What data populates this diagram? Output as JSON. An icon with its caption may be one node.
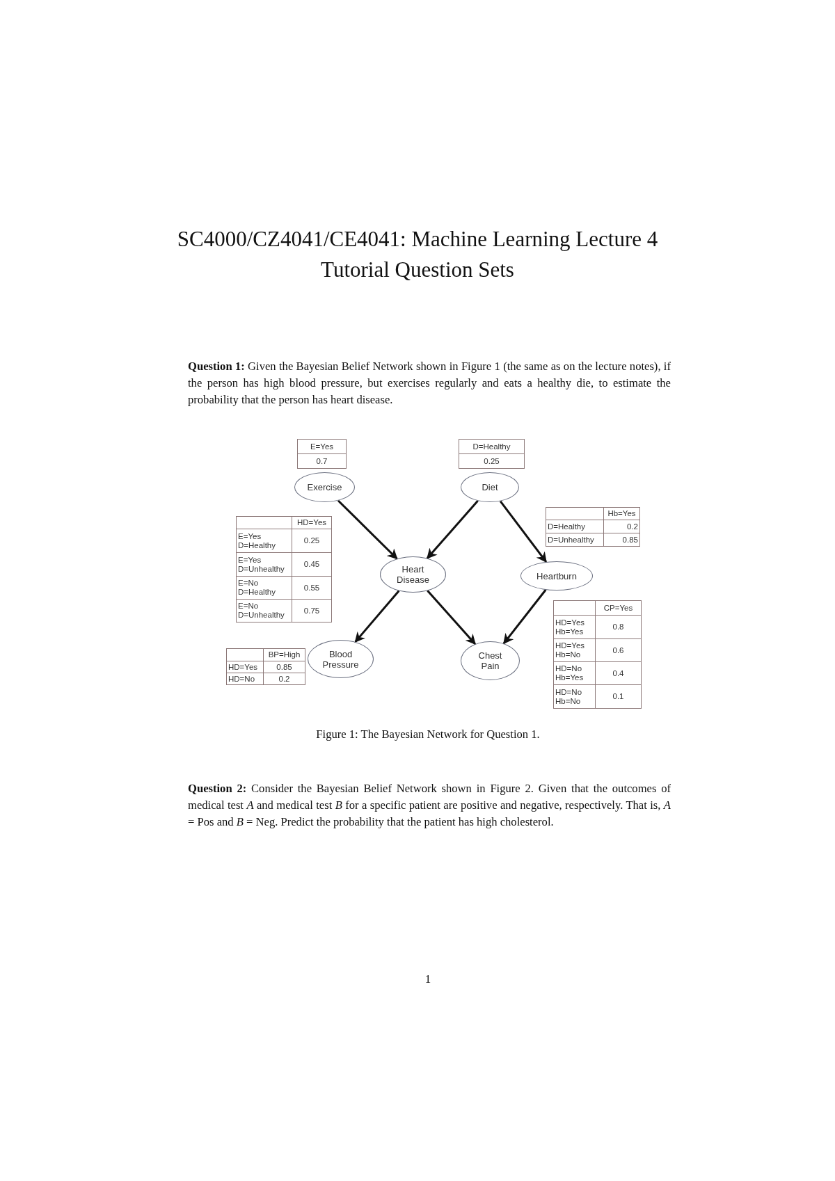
{
  "diagram": {
    "title": "SC4000/CZ4041/CE4041: Machine Learning Lecture 4 Tutorial Question Sets",
    "caption": "Figure 1: The Bayesian Network for Question 1.",
    "nodes": [
      {
        "text": [
          "Exercise"
        ]
      },
      {
        "text": [
          "Diet"
        ]
      },
      {
        "text": [
          "Heart Disease"
        ]
      },
      {
        "text": [
          "Heartburn"
        ]
      },
      {
        "text": [
          "Blood Pressure"
        ]
      },
      {
        "text": [
          "Chest Pain"
        ]
      }
    ],
    "edges": [
      {
        "from": 0,
        "to": 2,
        "arrow": "to"
      },
      {
        "from": 1,
        "to": 2,
        "arrow": "to"
      },
      {
        "from": 1,
        "to": 3,
        "arrow": "to"
      },
      {
        "from": 2,
        "to": 4,
        "arrow": "to"
      },
      {
        "from": 2,
        "to": 5,
        "arrow": "to"
      },
      {
        "from": 3,
        "to": 5,
        "arrow": "to"
      }
    ],
    "labels": [
      "**Question 1:** Given the Bayesian Belief Network shown in Figure 1 (the same as on the lecture notes), if the person has high blood pressure, but exercises regularly and eats a healthy die, to estimate the probability that the person has heart disease.",
      "E=Yes",
      "0.7",
      "D=Healthy",
      "0.25",
      "HD=Yes",
      "E=Yes D=Healthy",
      "0.25",
      "E=Yes D=Unhealthy",
      "0.45",
      "E=No D=Healthy",
      "0.55",
      "E=No D=Unhealthy",
      "0.75",
      "Hb=Yes",
      "D=Healthy",
      "0.2",
      "D=Unhealthy",
      "0.85",
      "CP=Yes",
      "HD=Yes Hb=Yes",
      "0.8",
      "HD=Yes Hb=No",
      "0.6",
      "HD=No Hb=Yes",
      "0.4",
      "HD=No Hb=No",
      "0.1",
      "BP=High",
      "HD=Yes",
      "0.85",
      "HD=No",
      "0.2",
      "**Question 2:** Consider the Bayesian Belief Network shown in Figure 2. Given that the outcomes of medical test *A* and medical test *B* for a specific patient are positive and negative, respectively. That is, *A* = Pos and *B* = Neg. Predict the probability that the patient has high cholesterol.",
      "1"
    ]
  }
}
